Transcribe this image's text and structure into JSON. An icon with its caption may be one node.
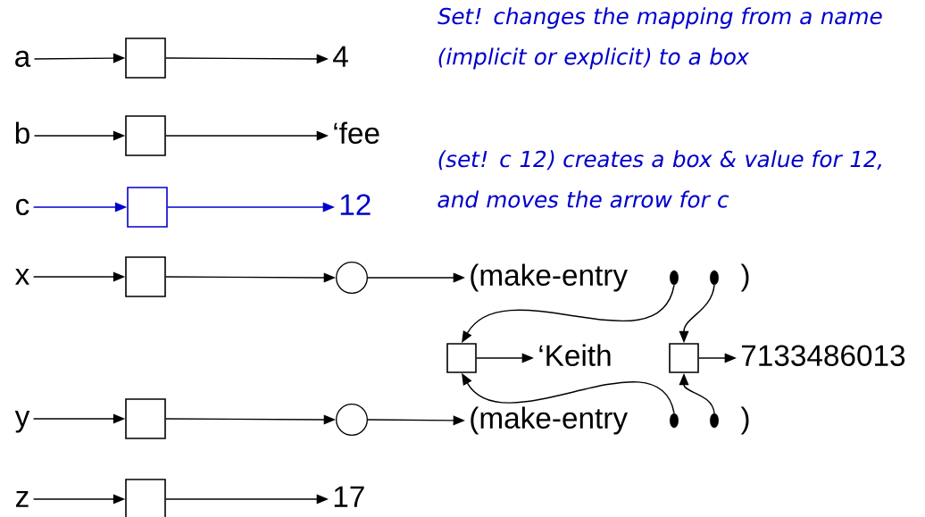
{
  "diagram": {
    "nodes": [
      {
        "text": [
          "a"
        ]
      },
      {
        "text": [],
        "shape": "box"
      },
      {
        "text": [
          "4"
        ]
      },
      {
        "text": [
          "b"
        ]
      },
      {
        "text": [],
        "shape": "box"
      },
      {
        "text": [
          "‘fee"
        ]
      },
      {
        "text": [
          "c"
        ]
      },
      {
        "text": [],
        "shape": "box"
      },
      {
        "text": [
          "12"
        ]
      },
      {
        "text": [
          "x"
        ]
      },
      {
        "text": [],
        "shape": "box"
      },
      {
        "text": [],
        "shape": "circle"
      },
      {
        "text": [
          "(make-entry"
        ]
      },
      {
        "text": [],
        "shape": "dot"
      },
      {
        "text": [],
        "shape": "dot"
      },
      {
        "text": [],
        "shape": "box"
      },
      {
        "text": [
          "‘Keith"
        ]
      },
      {
        "text": [],
        "shape": "box"
      },
      {
        "text": [
          "7133486013"
        ]
      },
      {
        "text": [
          "y"
        ]
      },
      {
        "text": [],
        "shape": "box"
      },
      {
        "text": [],
        "shape": "circle"
      },
      {
        "text": [
          "(make-entry"
        ]
      },
      {
        "text": [],
        "shape": "dot"
      },
      {
        "text": [],
        "shape": "dot"
      },
      {
        "text": [
          "z"
        ]
      },
      {
        "text": [],
        "shape": "box"
      },
      {
        "text": [
          "17"
        ]
      }
    ],
    "edges": [
      {
        "from": 0,
        "to": 1,
        "arrow": "to"
      },
      {
        "from": 1,
        "to": 2,
        "arrow": "to"
      },
      {
        "from": 3,
        "to": 4,
        "arrow": "to"
      },
      {
        "from": 4,
        "to": 5,
        "arrow": "to"
      },
      {
        "from": 6,
        "to": 7,
        "arrow": "to",
        "color": "#0000cc"
      },
      {
        "from": 7,
        "to": 8,
        "arrow": "to",
        "color": "#0000cc"
      },
      {
        "from": 9,
        "to": 10,
        "arrow": "to"
      },
      {
        "from": 10,
        "to": 11,
        "arrow": "to"
      },
      {
        "from": 11,
        "to": 12,
        "arrow": "to"
      },
      {
        "from": 13,
        "to": 15,
        "arrow": "to"
      },
      {
        "from": 14,
        "to": 17,
        "arrow": "to"
      },
      {
        "from": 15,
        "to": 16,
        "arrow": "to"
      },
      {
        "from": 17,
        "to": 18,
        "arrow": "to"
      },
      {
        "from": 19,
        "to": 20,
        "arrow": "to"
      },
      {
        "from": 20,
        "to": 21,
        "arrow": "to"
      },
      {
        "from": 21,
        "to": 22,
        "arrow": "to"
      },
      {
        "from": 23,
        "to": 15,
        "arrow": "to"
      },
      {
        "from": 24,
        "to": 17,
        "arrow": "to"
      },
      {
        "from": 25,
        "to": 26,
        "arrow": "to"
      },
      {
        "from": 26,
        "to": 27,
        "arrow": "to"
      }
    ],
    "labels": [
      "Set! changes the mapping from a name (implicit or explicit) to a box",
      "(set!  c  12)  creates a box & value for 12, and moves the arrow for c",
      ")",
      ")"
    ]
  }
}
